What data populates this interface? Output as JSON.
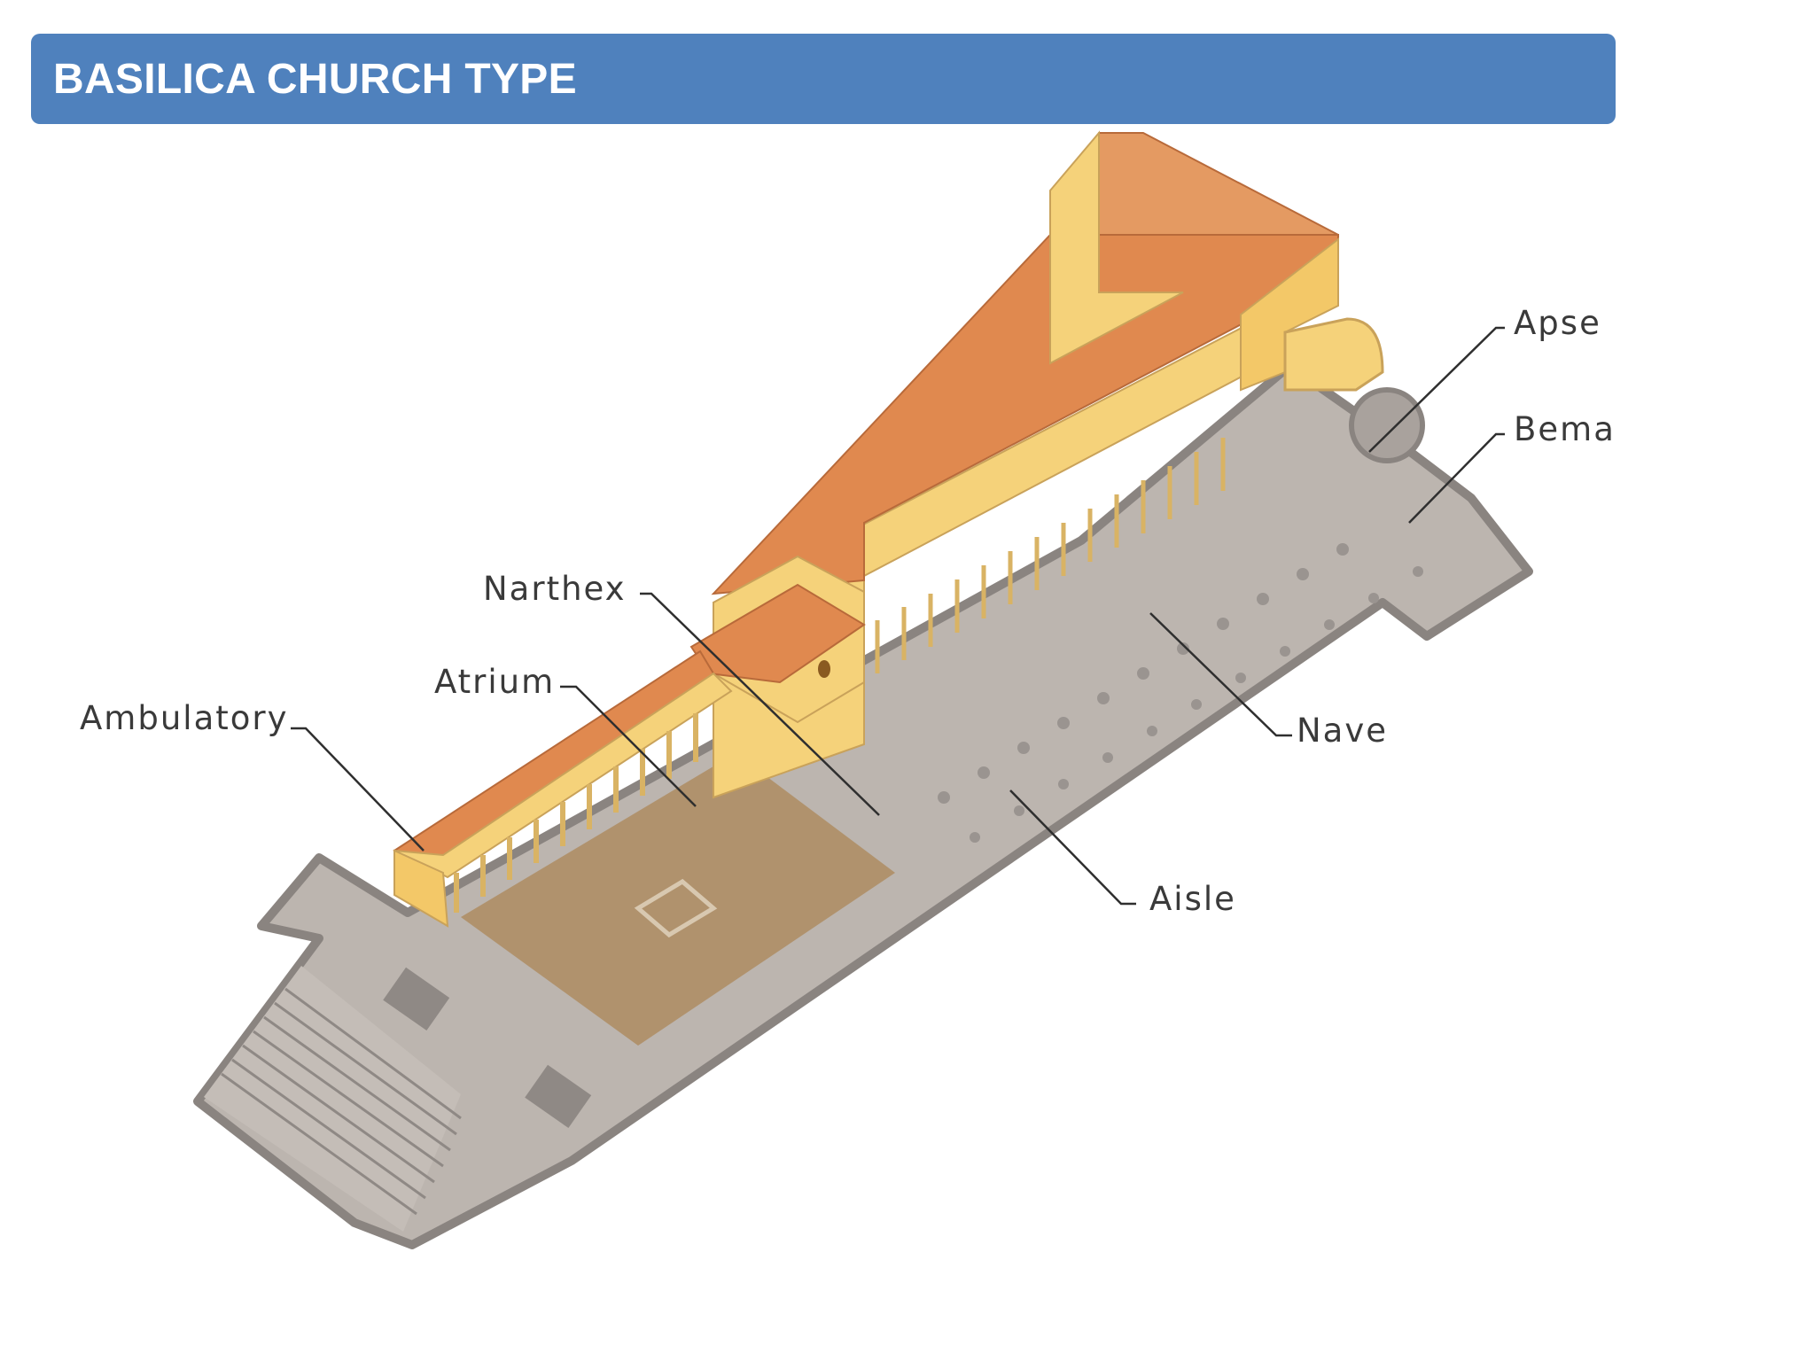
{
  "title": "BASILICA CHURCH TYPE",
  "labels": {
    "apse": "Apse",
    "bema": "Bema",
    "narthex": "Narthex",
    "atrium": "Atrium",
    "ambulatory": "Ambulatory",
    "nave": "Nave",
    "aisle": "Aisle"
  },
  "colors": {
    "header": "#4f81bd",
    "roof": "#e0894f",
    "wall": "#f5d27a",
    "floor": "#bcb5af",
    "atrium_floor": "#b0926d"
  }
}
